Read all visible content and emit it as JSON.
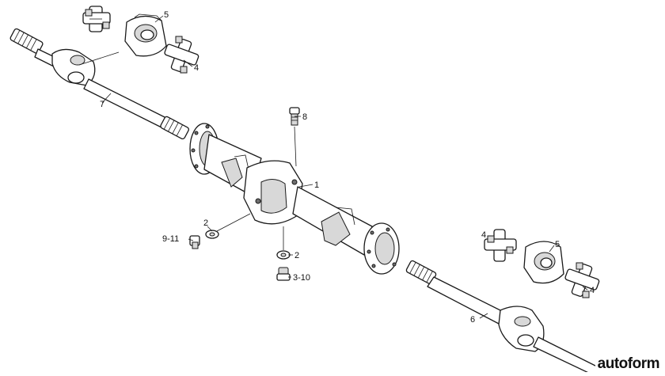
{
  "diagram": {
    "callouts": {
      "axle_housing": "1",
      "washer_upper": "2",
      "washer_lower": "2",
      "plug_drain": "3-10",
      "ujoint_top": "4",
      "ujoint_bottom": "4",
      "yoke_top": "5",
      "yoke_bottom": "5",
      "shaft_right": "6",
      "shaft_left": "7",
      "breather": "8",
      "plug_fill": "9-11"
    }
  },
  "watermark": "autoform"
}
